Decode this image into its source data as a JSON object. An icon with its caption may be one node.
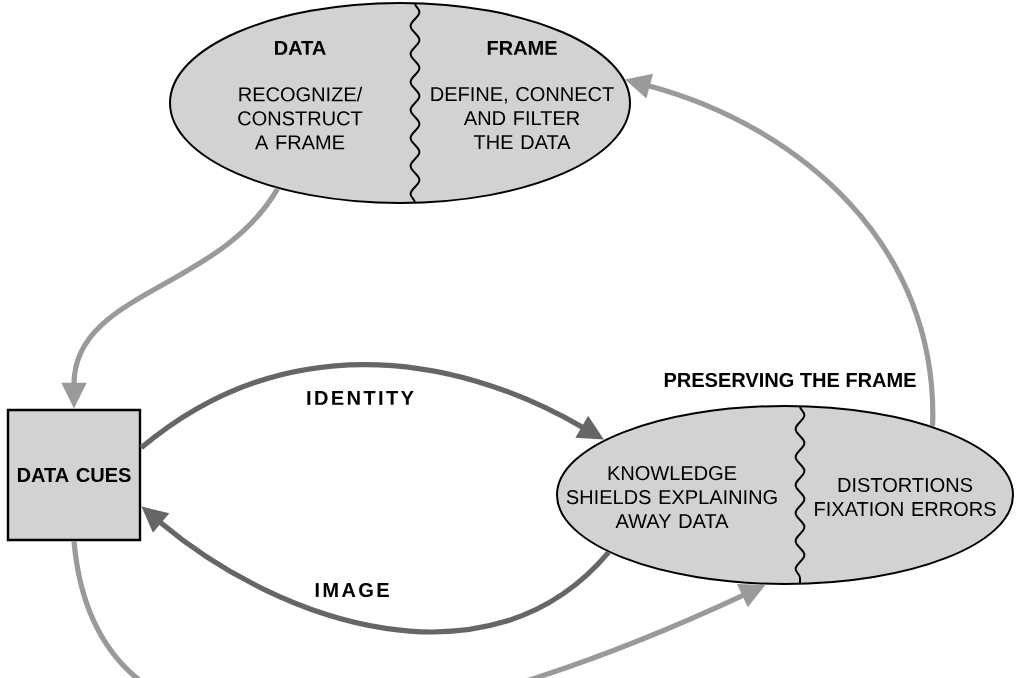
{
  "diagram": {
    "nodes": [
      {
        "text": [
          "DATA",
          "RECOGNIZE/ CONSTRUCT A FRAME",
          "FRAME",
          "DEFINE, CONNECT AND FILTER THE DATA"
        ]
      },
      {
        "text": [
          "DATA CUES"
        ]
      },
      {
        "text": [
          "PRESERVING THE FRAME",
          "KNOWLEDGE SHIELDS EXPLAINING AWAY DATA",
          "DISTORTIONS FIXATION ERRORS"
        ]
      }
    ],
    "edges": [
      {
        "from": 0,
        "to": 1,
        "arrow": "to"
      },
      {
        "from": 1,
        "to": 2,
        "arrow": "to",
        "label": "IDENTITY",
        "color": "#666666"
      },
      {
        "from": 2,
        "to": 1,
        "arrow": "to",
        "label": "IMAGE",
        "color": "#666666"
      },
      {
        "from": 1,
        "to": 2,
        "arrow": "to"
      },
      {
        "from": 2,
        "to": 0,
        "arrow": "to"
      }
    ]
  }
}
